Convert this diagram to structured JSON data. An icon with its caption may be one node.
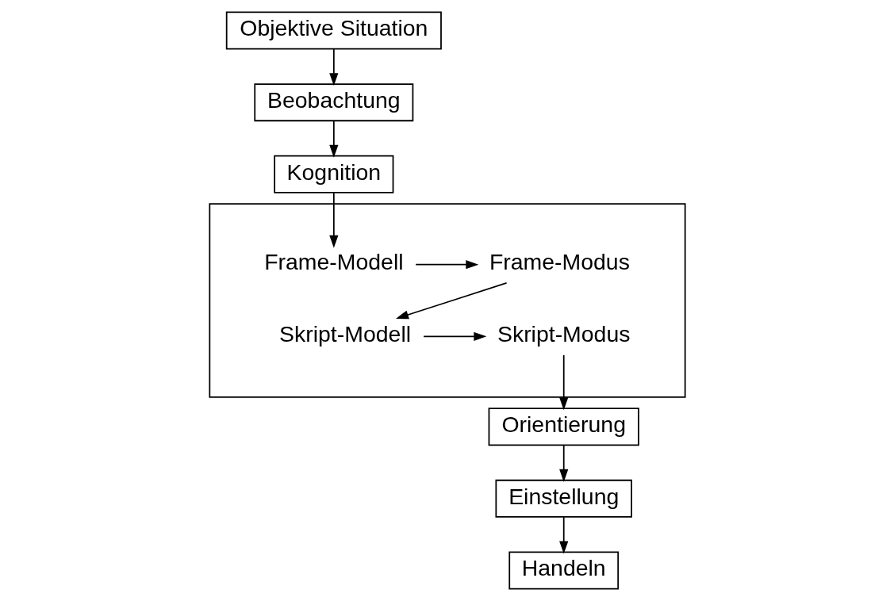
{
  "diagram": {
    "nodes": [
      {
        "text": [
          "Objektive Situation"
        ]
      },
      {
        "text": [
          "Beobachtung"
        ]
      },
      {
        "text": [
          "Kognition"
        ]
      },
      {
        "text": [],
        "shape": "box"
      },
      {
        "text": [
          "Frame-Modell"
        ],
        "in": 3
      },
      {
        "text": [
          "Frame-Modus"
        ],
        "in": 3
      },
      {
        "text": [
          "Skript-Modell"
        ],
        "in": 3
      },
      {
        "text": [
          "Skript-Modus"
        ],
        "in": 3
      },
      {
        "text": [
          "Orientierung"
        ]
      },
      {
        "text": [
          "Einstellung"
        ]
      },
      {
        "text": [
          "Handeln"
        ]
      }
    ],
    "edges": [
      {
        "from": 0,
        "to": 1,
        "arrow": "to"
      },
      {
        "from": 1,
        "to": 2,
        "arrow": "to"
      },
      {
        "from": 2,
        "to": 4,
        "arrow": "to"
      },
      {
        "from": 4,
        "to": 5,
        "arrow": "to"
      },
      {
        "from": 5,
        "to": 6,
        "arrow": "to"
      },
      {
        "from": 6,
        "to": 7,
        "arrow": "to"
      },
      {
        "from": 7,
        "to": 8,
        "arrow": "to"
      },
      {
        "from": 8,
        "to": 9,
        "arrow": "to"
      },
      {
        "from": 9,
        "to": 10,
        "arrow": "to"
      }
    ]
  }
}
